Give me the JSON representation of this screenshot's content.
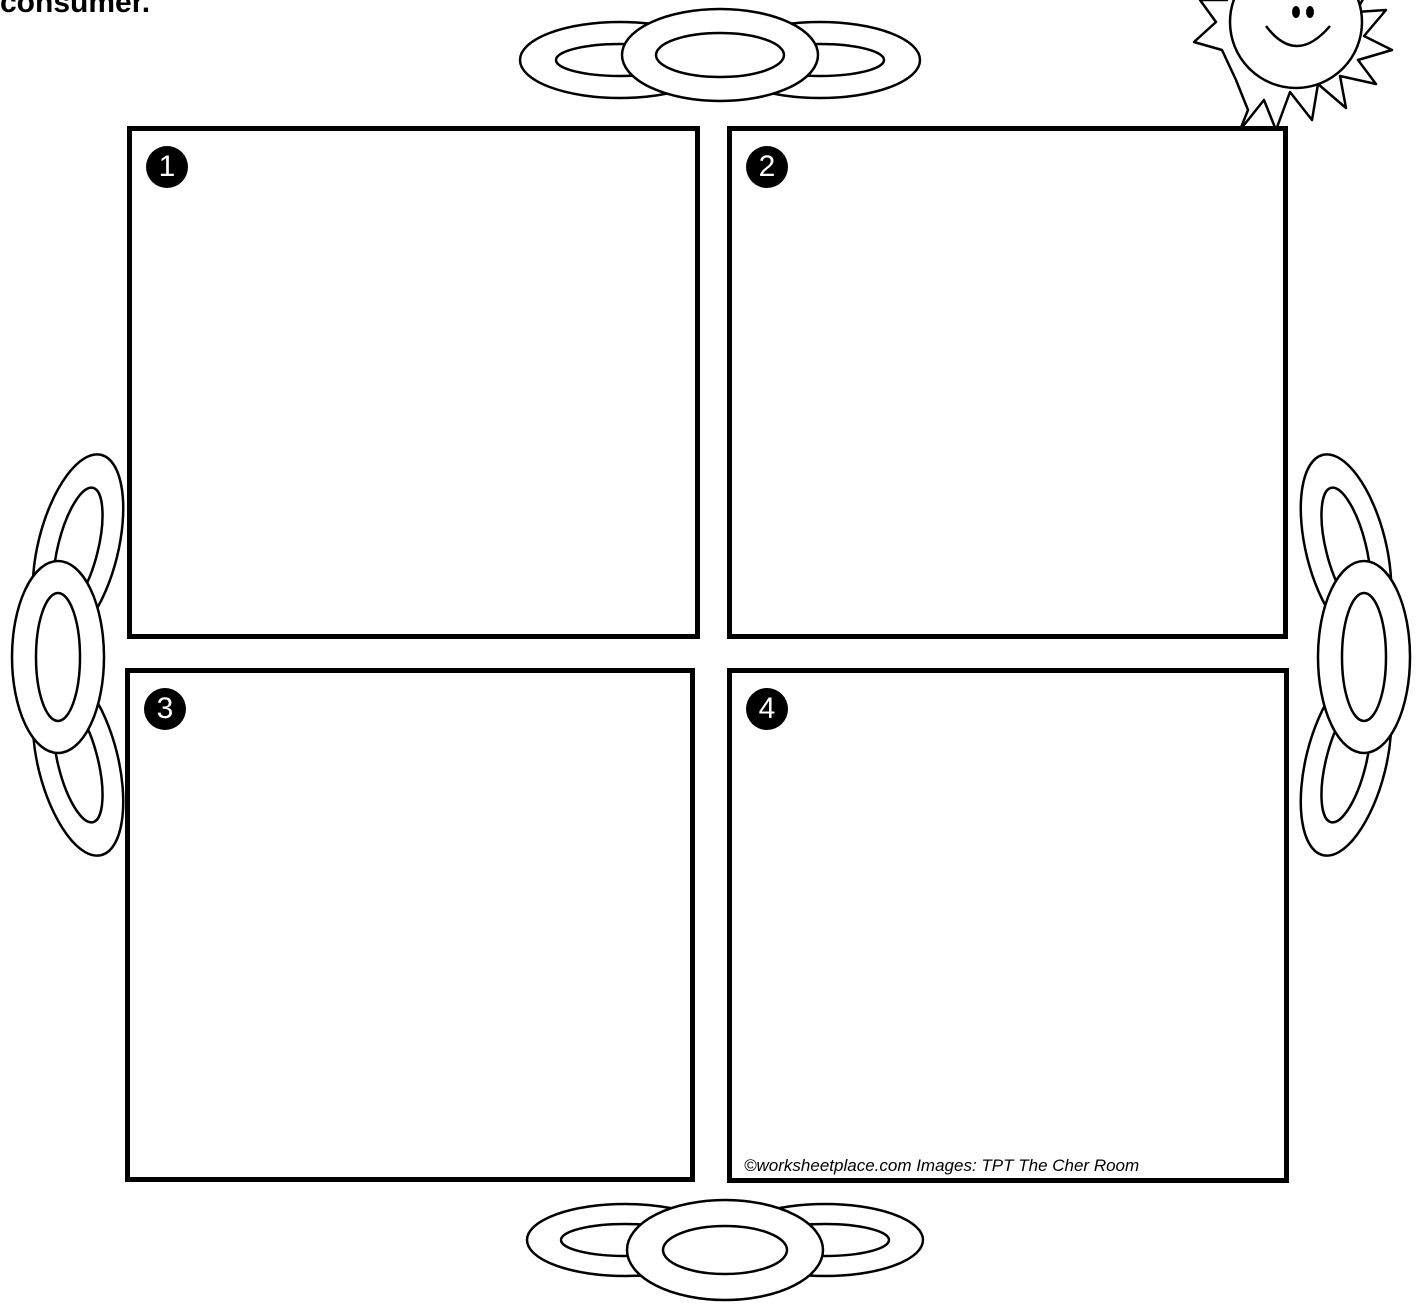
{
  "heading": {
    "text": "consumer."
  },
  "panels": [
    {
      "number": "1"
    },
    {
      "number": "2"
    },
    {
      "number": "3"
    },
    {
      "number": "4"
    }
  ],
  "credit": "©worksheetplace.com Images: TPT The Cher Room",
  "decorations": {
    "chains": "chain-icon",
    "sun": "sun-icon",
    "stroke_color": "#000000",
    "fill_color": "#ffffff"
  }
}
